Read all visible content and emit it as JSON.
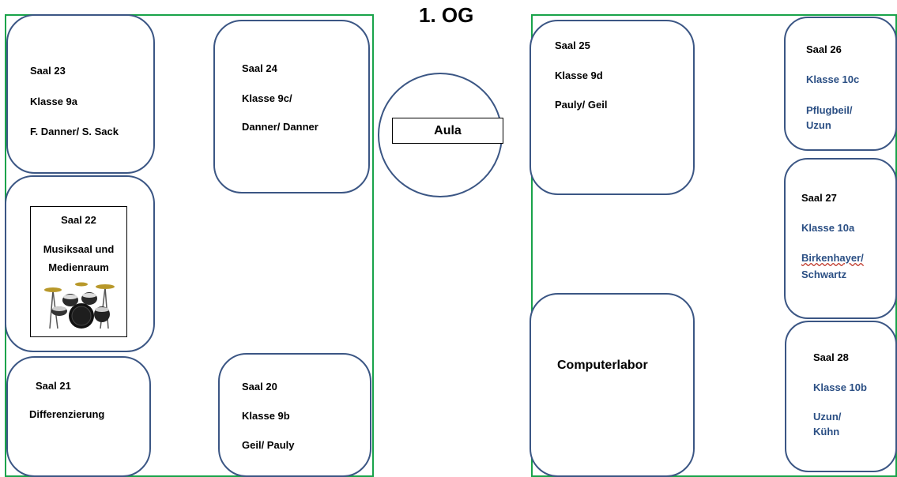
{
  "floor": {
    "title": "1. OG"
  },
  "aula": {
    "label": "Aula"
  },
  "rooms": {
    "saal23": {
      "name": "Saal 23",
      "klasse": "Klasse 9a",
      "teachers": "F. Danner/ S. Sack"
    },
    "saal24": {
      "name": "Saal 24",
      "klasse": "Klasse 9c/",
      "teachers": "Danner/ Danner"
    },
    "saal22": {
      "name": "Saal 22",
      "desc_line1": "Musiksaal und",
      "desc_line2": "Medienraum",
      "image_icon": "drum-kit-icon"
    },
    "saal21": {
      "name": "Saal 21",
      "desc": "Differenzierung"
    },
    "saal20": {
      "name": "Saal 20",
      "klasse": "Klasse 9b",
      "teachers": "Geil/ Pauly"
    },
    "saal25": {
      "name": "Saal 25",
      "klasse": "Klasse 9d",
      "teachers": "Pauly/ Geil"
    },
    "saal26": {
      "name": "Saal 26",
      "klasse": "Klasse 10c",
      "teachers_line1": "Pflugbeil/",
      "teachers_line2": "Uzun"
    },
    "saal27": {
      "name": "Saal 27",
      "klasse": "Klasse 10a",
      "teachers_line1": "Birkenhayer/",
      "teachers_line2": "Schwartz"
    },
    "computerlabor": {
      "name": "Computerlabor"
    },
    "saal28": {
      "name": "Saal 28",
      "klasse": "Klasse 10b",
      "teachers_line1": "Uzun/",
      "teachers_line2": "Kühn"
    }
  },
  "colors": {
    "wing_border": "#19a34a",
    "room_border": "#3b5684",
    "blue_text": "#2b4f84"
  }
}
